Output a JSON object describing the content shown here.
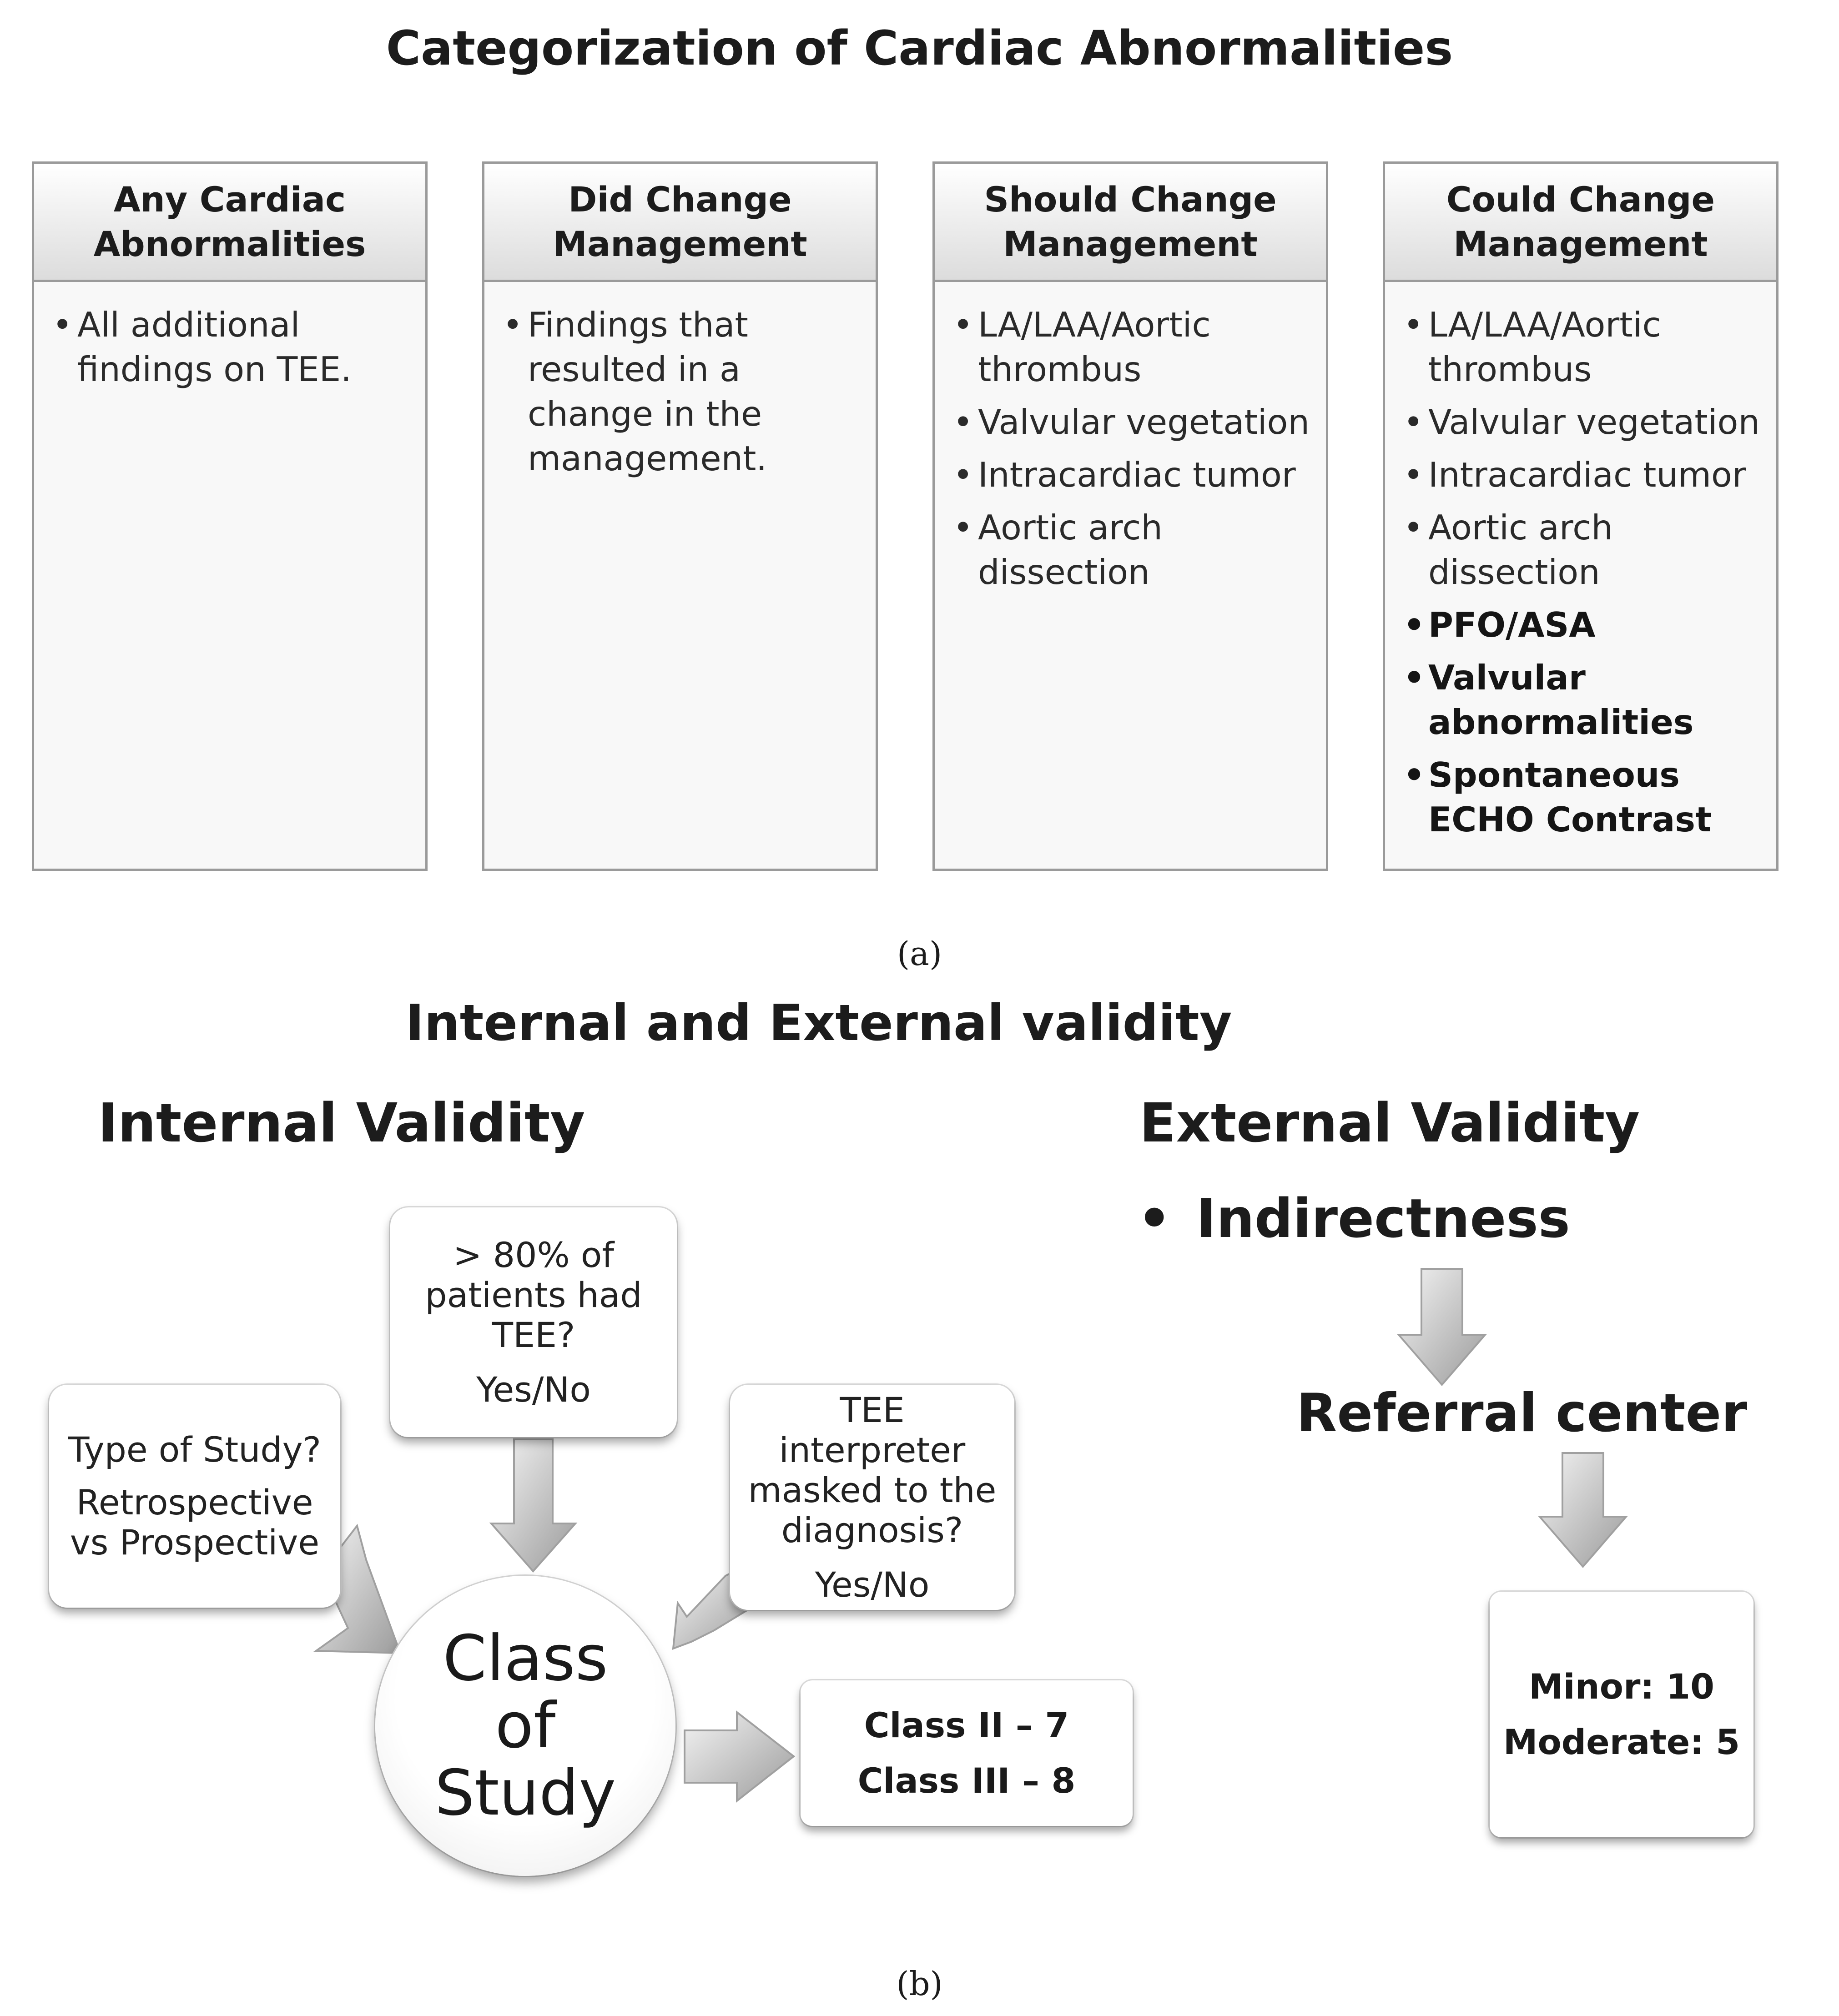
{
  "part_a": {
    "title": "Categorization of Cardiac Abnormalities",
    "columns": [
      {
        "header_line1": "Any Cardiac",
        "header_line2": "Abnormalities",
        "items": [
          {
            "text": "All additional findings on TEE.",
            "bold": false
          }
        ]
      },
      {
        "header_line1": "Did Change",
        "header_line2": "Management",
        "items": [
          {
            "text": "Findings  that resulted in a change in the management.",
            "bold": false
          }
        ]
      },
      {
        "header_line1": "Should Change",
        "header_line2": "Management",
        "items": [
          {
            "text": "LA/LAA/Aortic thrombus",
            "bold": false
          },
          {
            "text": "Valvular vegetation",
            "bold": false
          },
          {
            "text": "Intracardiac tumor",
            "bold": false
          },
          {
            "text": "Aortic arch dissection",
            "bold": false
          }
        ]
      },
      {
        "header_line1": "Could Change",
        "header_line2": "Management",
        "items": [
          {
            "text": "LA/LAA/Aortic thrombus",
            "bold": false
          },
          {
            "text": "Valvular vegetation",
            "bold": false
          },
          {
            "text": "Intracardiac tumor",
            "bold": false
          },
          {
            "text": "Aortic arch dissection",
            "bold": false
          },
          {
            "text": "PFO/ASA",
            "bold": true
          },
          {
            "text": "Valvular abnormalities",
            "bold": true
          },
          {
            "text": "Spontaneous ECHO Contrast",
            "bold": true
          }
        ]
      }
    ],
    "caption": "(a)"
  },
  "part_b": {
    "title": "Internal and External validity",
    "internal": {
      "heading": "Internal Validity",
      "q_tee": {
        "line1": "> 80% of",
        "line2": "patients  had",
        "line3": "TEE?",
        "answer": "Yes/No"
      },
      "q_type": {
        "line1": "Type  of  Study?",
        "line2": "Retrospective",
        "line3": "vs Prospective"
      },
      "q_masked": {
        "line1": "TEE interpreter",
        "line2": "masked to the",
        "line3": "diagnosis?",
        "answer": "Yes/No"
      },
      "center": {
        "line1": "Class",
        "line2": "of",
        "line3": "Study"
      },
      "result": {
        "line1": "Class II – 7",
        "line2": "Class III – 8"
      }
    },
    "external": {
      "heading": "External Validity",
      "bullet": "Indirectness",
      "step2": "Referral center",
      "result": {
        "line1": "Minor: 10",
        "line2": "Moderate:  5"
      }
    },
    "caption": "(b)"
  }
}
